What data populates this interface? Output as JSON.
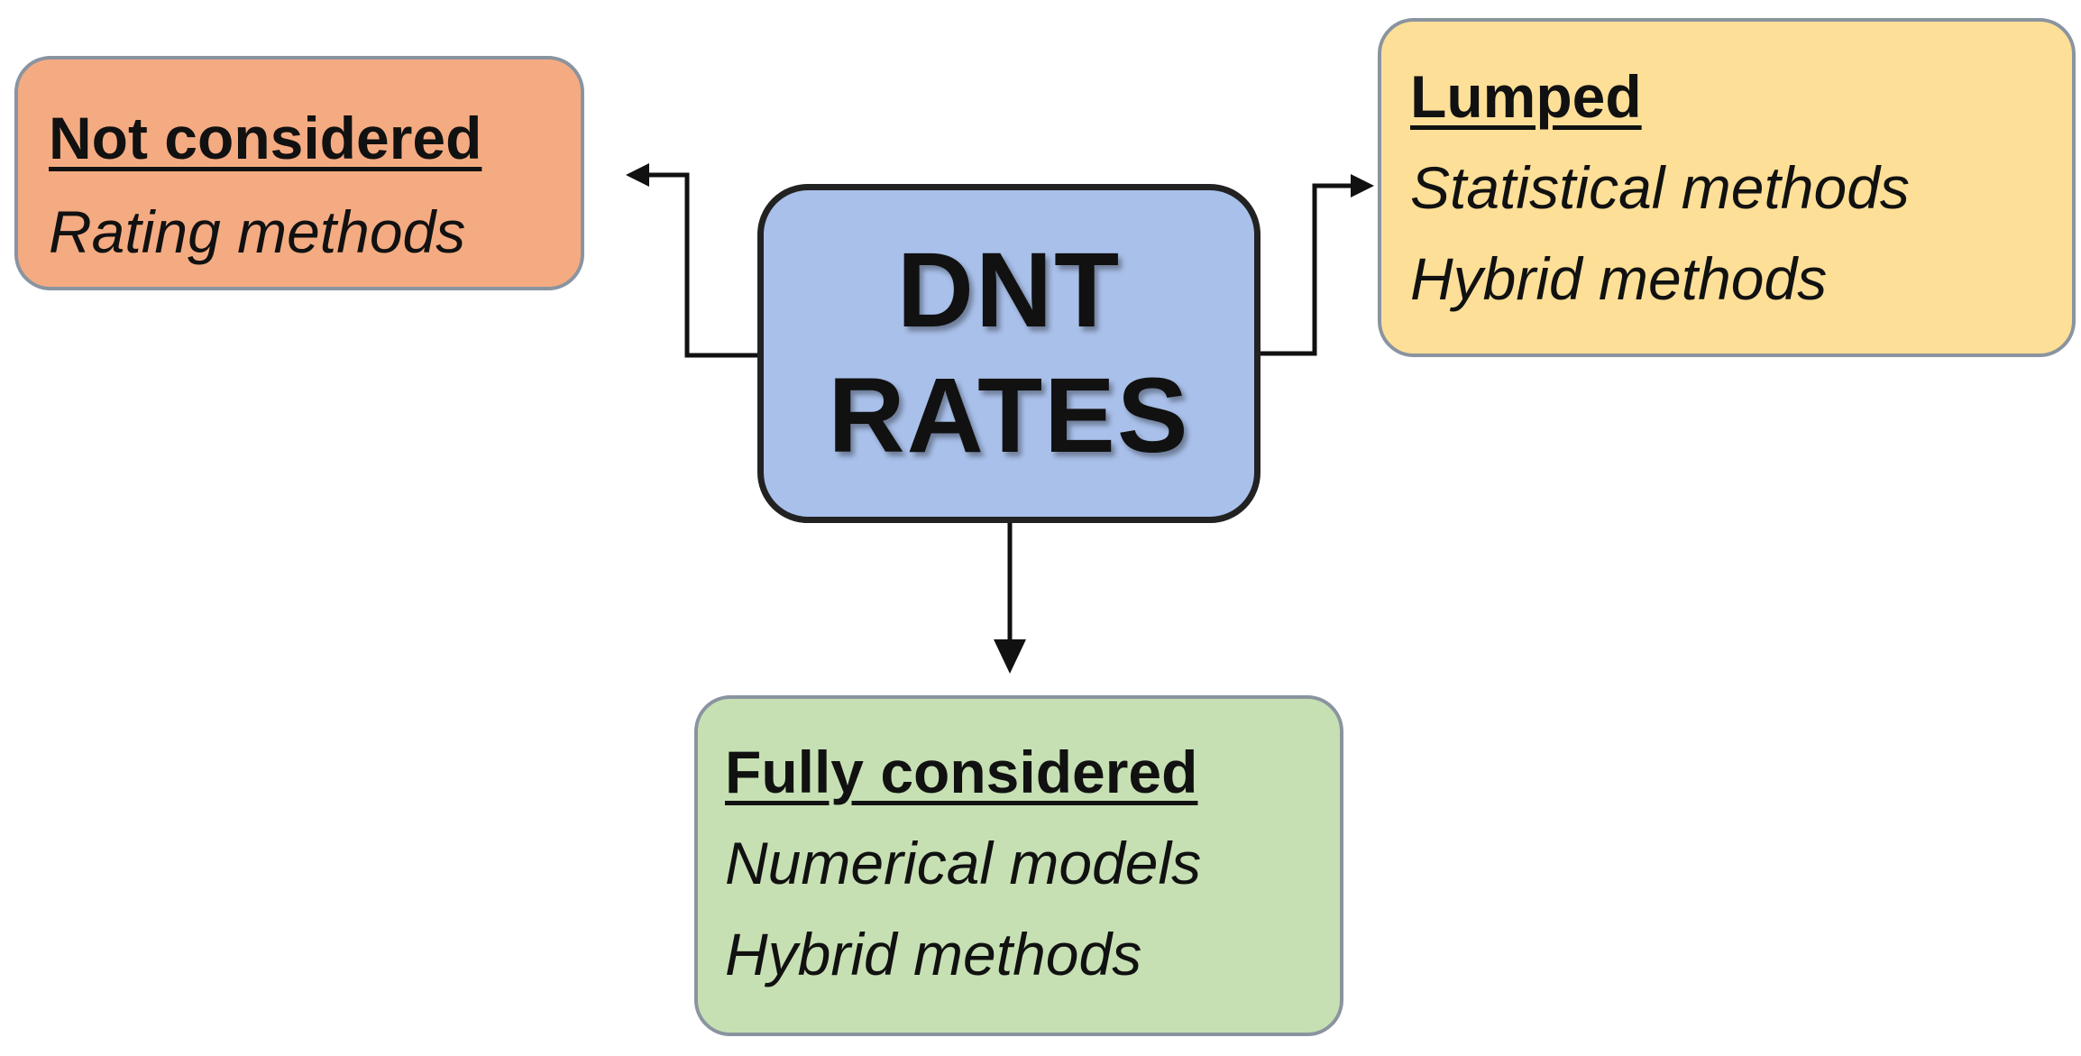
{
  "diagram": {
    "center": {
      "line1": "DNT",
      "line2": "RATES"
    },
    "not_considered": {
      "heading": "Not considered",
      "items": [
        "Rating methods"
      ],
      "color": "#f4ab82"
    },
    "lumped": {
      "heading": "Lumped",
      "items": [
        "Statistical methods",
        "Hybrid methods"
      ],
      "color": "#fddf97"
    },
    "fully_considered": {
      "heading": "Fully considered",
      "items": [
        "Numerical models",
        "Hybrid methods"
      ],
      "color": "#c6e0b3"
    },
    "center_color": "#a9c0ea",
    "arrows": [
      {
        "from": "center",
        "to": "not_considered"
      },
      {
        "from": "center",
        "to": "lumped"
      },
      {
        "from": "center",
        "to": "fully_considered"
      }
    ]
  }
}
